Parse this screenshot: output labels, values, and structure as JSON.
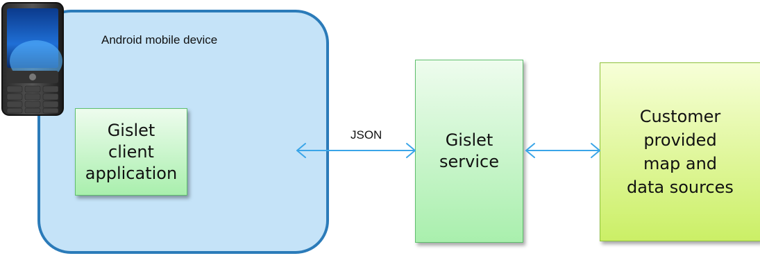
{
  "device": {
    "label": "Android mobile device"
  },
  "client": {
    "line1": "Gislet",
    "line2": "client application"
  },
  "service": {
    "line1": "Gislet",
    "line2": "service"
  },
  "customer": {
    "line1": "Customer",
    "line2": "provided",
    "line3": "map and",
    "line4": "data sources"
  },
  "connector": {
    "label": "JSON"
  },
  "colors": {
    "device_fill": "#c5e3f8",
    "device_border": "#2b7bb9",
    "green_box": "#a9efad",
    "lime_box": "#cbef66",
    "arrow": "#3aa5e8"
  },
  "icons": {
    "phone": "mobile-phone-icon"
  }
}
